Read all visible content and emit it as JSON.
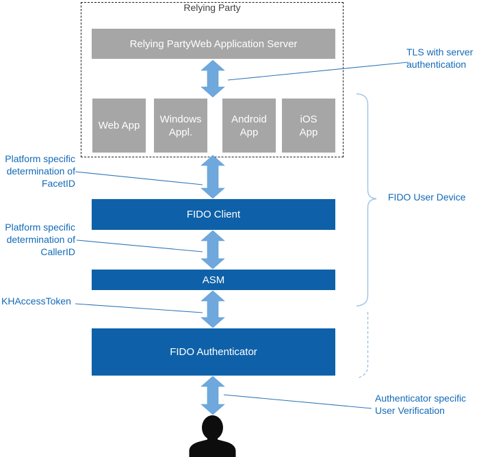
{
  "colors": {
    "box_blue": "#0e61a8",
    "box_gray": "#a6a6a6",
    "arrow_blue": "#6fa8dc",
    "annotation_blue": "#1169b8",
    "leader_line_blue": "#2e75b6",
    "brace_blue": "#9cc3e6",
    "title_gray": "#404040",
    "silhouette_black": "#0d0d0d"
  },
  "relying_party": {
    "title": "Relying Party",
    "server_label": "Relying PartyWeb Application Server",
    "apps": [
      {
        "label": "Web App",
        "lines": [
          "Web App"
        ]
      },
      {
        "label": "Windows Appl.",
        "lines": [
          "Windows",
          "Appl."
        ]
      },
      {
        "label": "Android App",
        "lines": [
          "Android",
          "App"
        ]
      },
      {
        "label": "iOS App",
        "lines": [
          "iOS",
          "App"
        ]
      }
    ]
  },
  "stack": {
    "fido_client_label": "FIDO Client",
    "asm_label": "ASM",
    "fido_authenticator_label": "FIDO Authenticator"
  },
  "annotations": {
    "tls": {
      "text": "TLS with server authentication",
      "lines": [
        "TLS with server",
        "authentication"
      ]
    },
    "facet_id": {
      "text": "Platform specific determination of FacetID",
      "lines": [
        "Platform specific",
        "determination of",
        "FacetID"
      ]
    },
    "caller_id": {
      "text": "Platform specific determination of CallerID",
      "lines": [
        "Platform specific",
        "determination of",
        "CallerID"
      ]
    },
    "kh_access_token": {
      "text": "KHAccessToken"
    },
    "user_verification": {
      "text": "Authenticator specific User Verification",
      "lines": [
        "Authenticator specific",
        "User Verification"
      ]
    },
    "fido_user_device": {
      "text": "FIDO User Device"
    }
  }
}
